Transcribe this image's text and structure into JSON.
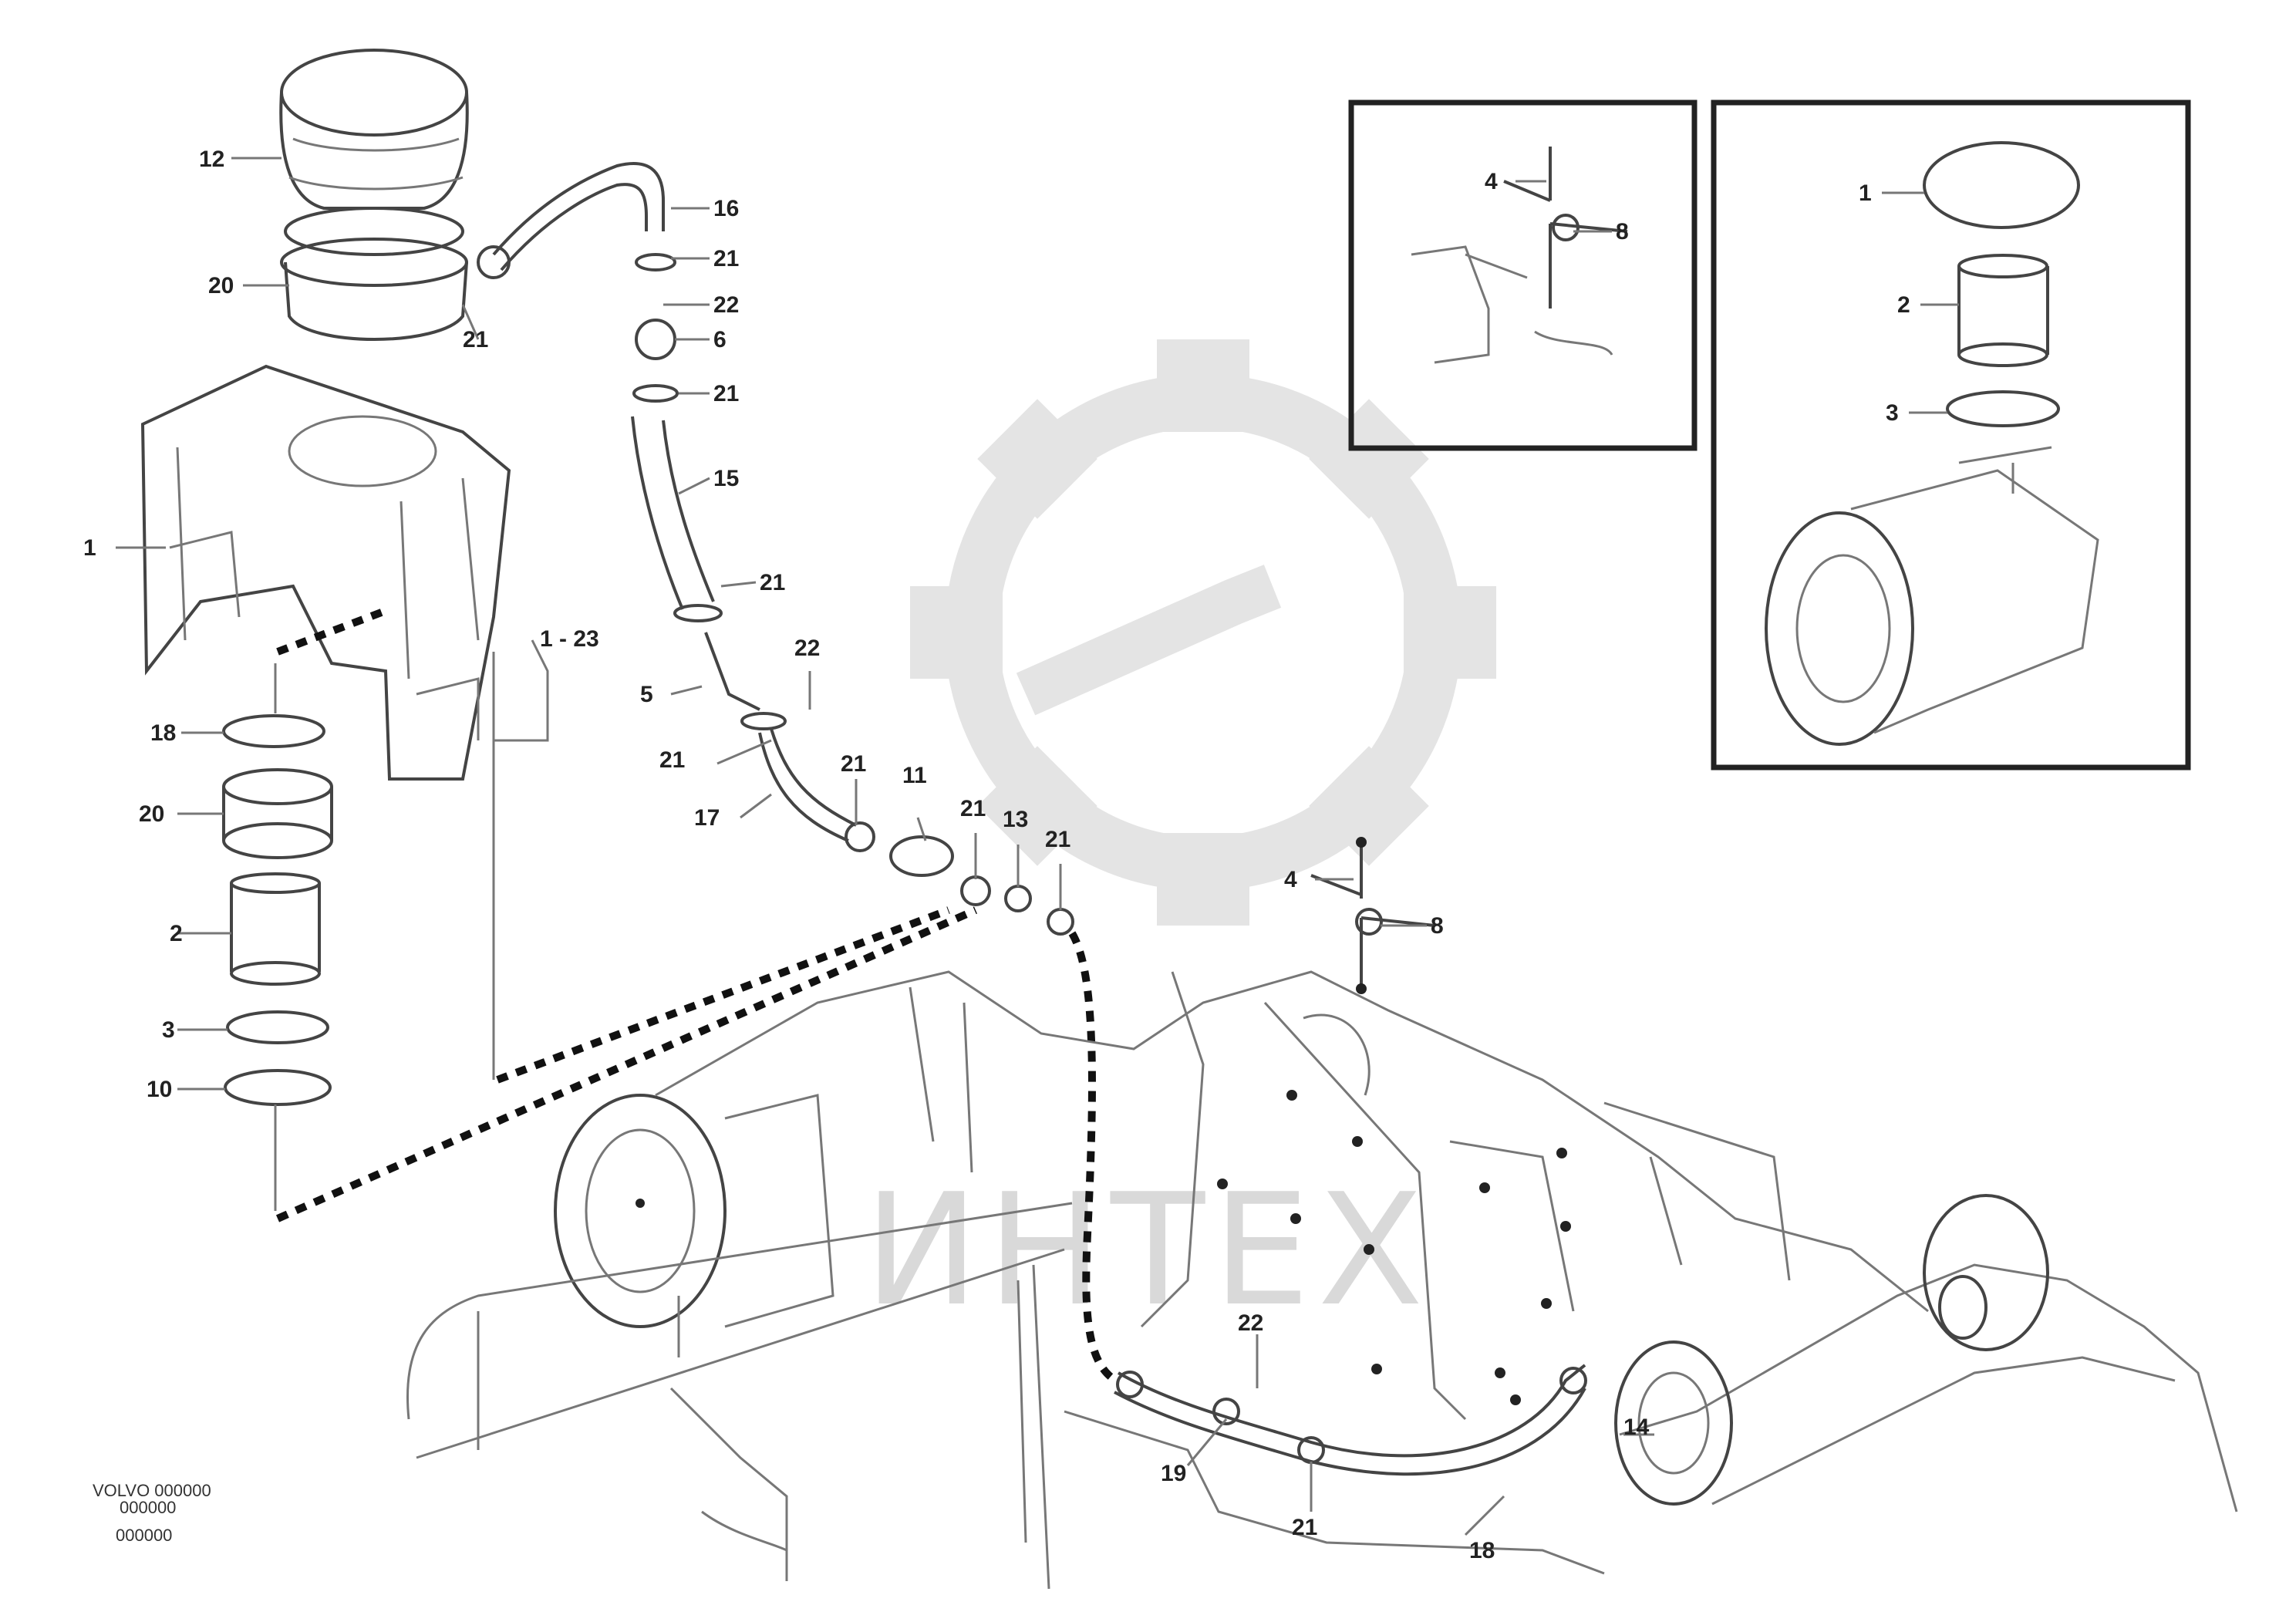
{
  "watermark": {
    "text": "ИНТЕХ",
    "icon": "gear-wrench-logo-icon",
    "color": "#d9d9d9"
  },
  "reference": {
    "line1": "VOLVO 000000",
    "line2": "000000",
    "code": "000000"
  },
  "callouts": [
    {
      "id": "c1",
      "label": "12"
    },
    {
      "id": "c2",
      "label": "20"
    },
    {
      "id": "c3",
      "label": "1"
    },
    {
      "id": "c4",
      "label": "18"
    },
    {
      "id": "c5",
      "label": "20"
    },
    {
      "id": "c6",
      "label": "2"
    },
    {
      "id": "c7",
      "label": "3"
    },
    {
      "id": "c8",
      "label": "10"
    },
    {
      "id": "c9",
      "label": "16"
    },
    {
      "id": "c10",
      "label": "21"
    },
    {
      "id": "c11",
      "label": "22"
    },
    {
      "id": "c12",
      "label": "6"
    },
    {
      "id": "c13",
      "label": "21"
    },
    {
      "id": "c14",
      "label": "21"
    },
    {
      "id": "c15",
      "label": "15"
    },
    {
      "id": "c16",
      "label": "21"
    },
    {
      "id": "c17",
      "label": "22"
    },
    {
      "id": "c18",
      "label": "5"
    },
    {
      "id": "c19",
      "label": "21"
    },
    {
      "id": "c20",
      "label": "17"
    },
    {
      "id": "c21",
      "label": "21"
    },
    {
      "id": "c22",
      "label": "11"
    },
    {
      "id": "c23",
      "label": "21"
    },
    {
      "id": "c24",
      "label": "13"
    },
    {
      "id": "c25",
      "label": "21"
    },
    {
      "id": "c26",
      "label": "1 - 23"
    },
    {
      "id": "c27",
      "label": "4"
    },
    {
      "id": "c28",
      "label": "8"
    },
    {
      "id": "c29",
      "label": "22"
    },
    {
      "id": "c30",
      "label": "19"
    },
    {
      "id": "c31",
      "label": "21"
    },
    {
      "id": "c32",
      "label": "18"
    },
    {
      "id": "c33",
      "label": "14"
    },
    {
      "id": "c34",
      "label": "4"
    },
    {
      "id": "c35",
      "label": "8"
    },
    {
      "id": "c36",
      "label": "1"
    },
    {
      "id": "c37",
      "label": "2"
    },
    {
      "id": "c38",
      "label": "3"
    }
  ]
}
